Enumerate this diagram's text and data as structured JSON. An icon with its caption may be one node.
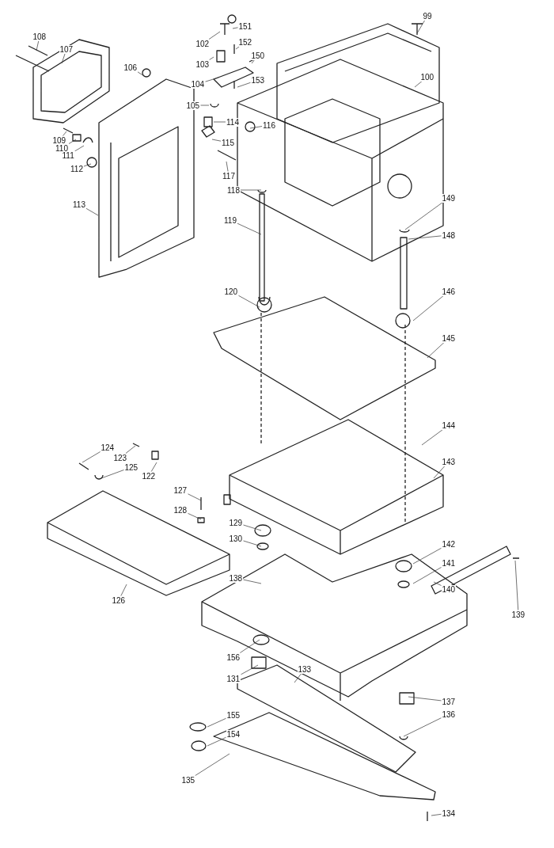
{
  "diagram": {
    "nodes": [
      {
        "text": [
          "108"
        ]
      },
      {
        "text": [
          "107"
        ]
      },
      {
        "text": [
          "106"
        ]
      },
      {
        "text": [
          "102"
        ]
      },
      {
        "text": [
          "151"
        ]
      },
      {
        "text": [
          "152"
        ]
      },
      {
        "text": [
          "150"
        ]
      },
      {
        "text": [
          "103"
        ]
      },
      {
        "text": [
          "104"
        ]
      },
      {
        "text": [
          "153"
        ]
      },
      {
        "text": [
          "105"
        ]
      },
      {
        "text": [
          "99"
        ]
      },
      {
        "text": [
          "100"
        ]
      },
      {
        "text": [
          "114"
        ]
      },
      {
        "text": [
          "116"
        ]
      },
      {
        "text": [
          "115"
        ]
      },
      {
        "text": [
          "109"
        ]
      },
      {
        "text": [
          "110"
        ]
      },
      {
        "text": [
          "111"
        ]
      },
      {
        "text": [
          "112"
        ]
      },
      {
        "text": [
          "113"
        ]
      },
      {
        "text": [
          "117"
        ]
      },
      {
        "text": [
          "118"
        ]
      },
      {
        "text": [
          "119"
        ]
      },
      {
        "text": [
          "149"
        ]
      },
      {
        "text": [
          "148"
        ]
      },
      {
        "text": [
          "120"
        ]
      },
      {
        "text": [
          "146"
        ]
      },
      {
        "text": [
          "145"
        ]
      },
      {
        "text": [
          "144"
        ]
      },
      {
        "text": [
          "143"
        ]
      },
      {
        "text": [
          "124"
        ]
      },
      {
        "text": [
          "123"
        ]
      },
      {
        "text": [
          "125"
        ]
      },
      {
        "text": [
          "122"
        ]
      },
      {
        "text": [
          "127"
        ]
      },
      {
        "text": [
          "128"
        ]
      },
      {
        "text": [
          "126"
        ]
      },
      {
        "text": [
          "129"
        ]
      },
      {
        "text": [
          "130"
        ]
      },
      {
        "text": [
          "142"
        ]
      },
      {
        "text": [
          "141"
        ]
      },
      {
        "text": [
          "140"
        ]
      },
      {
        "text": [
          "139"
        ]
      },
      {
        "text": [
          "138"
        ]
      },
      {
        "text": [
          "156"
        ]
      },
      {
        "text": [
          "131"
        ]
      },
      {
        "text": [
          "133"
        ]
      },
      {
        "text": [
          "137"
        ]
      },
      {
        "text": [
          "136"
        ]
      },
      {
        "text": [
          "155"
        ]
      },
      {
        "text": [
          "154"
        ]
      },
      {
        "text": [
          "135"
        ]
      },
      {
        "text": [
          "134"
        ]
      }
    ],
    "edges": [
      {
        "from": 0,
        "to": null,
        "arrow": "none"
      },
      {
        "from": 1,
        "to": null,
        "arrow": "none"
      },
      {
        "from": 2,
        "to": null,
        "arrow": "none"
      },
      {
        "from": 3,
        "to": null,
        "arrow": "none"
      },
      {
        "from": 4,
        "to": null,
        "arrow": "none"
      },
      {
        "from": 5,
        "to": null,
        "arrow": "none"
      },
      {
        "from": 6,
        "to": null,
        "arrow": "none"
      },
      {
        "from": 7,
        "to": null,
        "arrow": "none"
      },
      {
        "from": 8,
        "to": null,
        "arrow": "none"
      },
      {
        "from": 9,
        "to": null,
        "arrow": "none"
      },
      {
        "from": 10,
        "to": null,
        "arrow": "none"
      },
      {
        "from": 11,
        "to": null,
        "arrow": "none"
      },
      {
        "from": 12,
        "to": null,
        "arrow": "none"
      },
      {
        "from": 13,
        "to": null,
        "arrow": "none"
      },
      {
        "from": 14,
        "to": null,
        "arrow": "none"
      },
      {
        "from": 15,
        "to": null,
        "arrow": "none"
      },
      {
        "from": 16,
        "to": null,
        "arrow": "none"
      },
      {
        "from": 17,
        "to": null,
        "arrow": "none"
      },
      {
        "from": 18,
        "to": null,
        "arrow": "none"
      },
      {
        "from": 19,
        "to": null,
        "arrow": "none"
      },
      {
        "from": 20,
        "to": null,
        "arrow": "none"
      },
      {
        "from": 21,
        "to": null,
        "arrow": "none"
      },
      {
        "from": 22,
        "to": null,
        "arrow": "none"
      },
      {
        "from": 23,
        "to": null,
        "arrow": "none"
      },
      {
        "from": 24,
        "to": null,
        "arrow": "none"
      },
      {
        "from": 25,
        "to": null,
        "arrow": "none"
      },
      {
        "from": 26,
        "to": null,
        "arrow": "none"
      },
      {
        "from": 27,
        "to": null,
        "arrow": "none"
      },
      {
        "from": 28,
        "to": null,
        "arrow": "none"
      },
      {
        "from": 29,
        "to": null,
        "arrow": "none"
      },
      {
        "from": 30,
        "to": null,
        "arrow": "none"
      },
      {
        "from": 31,
        "to": null,
        "arrow": "none"
      },
      {
        "from": 32,
        "to": null,
        "arrow": "none"
      },
      {
        "from": 33,
        "to": null,
        "arrow": "none"
      },
      {
        "from": 34,
        "to": null,
        "arrow": "none"
      },
      {
        "from": 35,
        "to": null,
        "arrow": "none"
      },
      {
        "from": 36,
        "to": null,
        "arrow": "none"
      },
      {
        "from": 37,
        "to": null,
        "arrow": "none"
      },
      {
        "from": 38,
        "to": null,
        "arrow": "none"
      },
      {
        "from": 39,
        "to": null,
        "arrow": "none"
      },
      {
        "from": 40,
        "to": null,
        "arrow": "none"
      },
      {
        "from": 41,
        "to": null,
        "arrow": "none"
      },
      {
        "from": 42,
        "to": null,
        "arrow": "none"
      },
      {
        "from": 43,
        "to": null,
        "arrow": "none"
      },
      {
        "from": 44,
        "to": null,
        "arrow": "none"
      },
      {
        "from": 45,
        "to": null,
        "arrow": "none"
      },
      {
        "from": 46,
        "to": null,
        "arrow": "none"
      },
      {
        "from": 47,
        "to": null,
        "arrow": "none"
      },
      {
        "from": 48,
        "to": null,
        "arrow": "none"
      },
      {
        "from": 49,
        "to": null,
        "arrow": "none"
      },
      {
        "from": 50,
        "to": null,
        "arrow": "none"
      },
      {
        "from": 51,
        "to": null,
        "arrow": "none"
      },
      {
        "from": 52,
        "to": null,
        "arrow": "none"
      },
      {
        "from": 53,
        "to": null,
        "arrow": "none"
      }
    ]
  }
}
